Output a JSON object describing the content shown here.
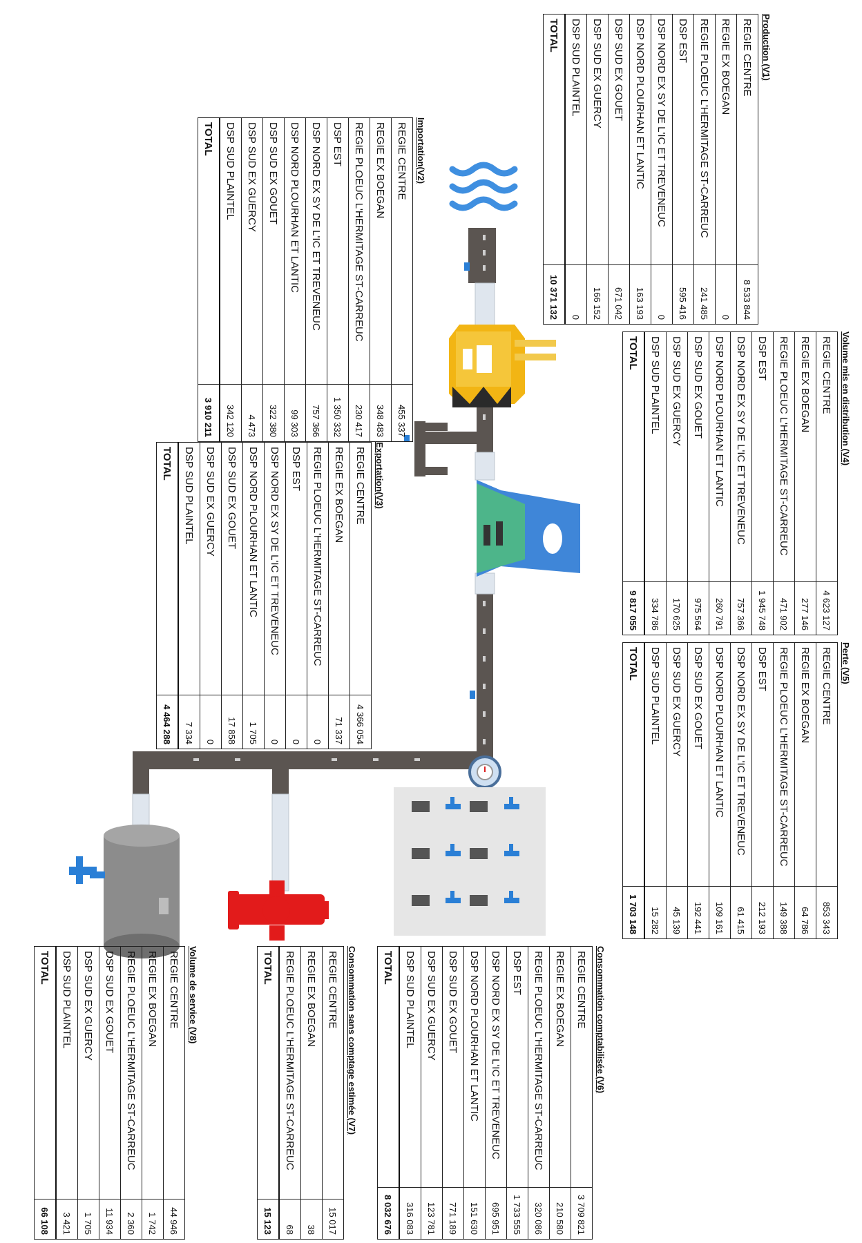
{
  "tables": {
    "production": {
      "title": "Production (V1)",
      "rows": [
        {
          "label": "REGIE CENTRE",
          "value": "8 533 844"
        },
        {
          "label": "REGIE EX BOEGAN",
          "value": "0"
        },
        {
          "label": "REGIE PLOEUC L'HERMITAGE ST-CARREUC",
          "value": "241 485"
        },
        {
          "label": "DSP EST",
          "value": "595 416"
        },
        {
          "label": "DSP NORD EX SY DE L'IC ET TREVENEUC",
          "value": "0"
        },
        {
          "label": "DSP NORD PLOURHAN ET LANTIC",
          "value": "163 193"
        },
        {
          "label": "DSP SUD EX GOUET",
          "value": "671 042"
        },
        {
          "label": "DSP SUD EX GUERCY",
          "value": "166 152"
        },
        {
          "label": "DSP SUD PLAINTEL",
          "value": "0"
        }
      ],
      "total_label": "TOTAL",
      "total": "10 371 132"
    },
    "importation": {
      "title": "Importation(V2)",
      "rows": [
        {
          "label": "REGIE CENTRE",
          "value": "455 337"
        },
        {
          "label": "REGIE EX BOEGAN",
          "value": "348 483"
        },
        {
          "label": "REGIE PLOEUC L'HERMITAGE ST-CARREUC",
          "value": "230 417"
        },
        {
          "label": "DSP EST",
          "value": "1 350 332"
        },
        {
          "label": "DSP NORD EX SY DE L'IC ET TREVENEUC",
          "value": "757 366"
        },
        {
          "label": "DSP NORD PLOURHAN ET LANTIC",
          "value": "99 303"
        },
        {
          "label": "DSP SUD EX GOUET",
          "value": "322 380"
        },
        {
          "label": "DSP SUD EX GUERCY",
          "value": "4 473"
        },
        {
          "label": "DSP SUD PLAINTEL",
          "value": "342 120"
        }
      ],
      "total_label": "TOTAL",
      "total": "3 910 211"
    },
    "distribution": {
      "title": "Volume mis en distribution (V4)",
      "rows": [
        {
          "label": "REGIE CENTRE",
          "value": "4 623 127"
        },
        {
          "label": "REGIE EX BOEGAN",
          "value": "277 146"
        },
        {
          "label": "REGIE PLOEUC L'HERMITAGE ST-CARREUC",
          "value": "471 902"
        },
        {
          "label": "DSP EST",
          "value": "1 945 748"
        },
        {
          "label": "DSP NORD EX SY DE L'IC ET TREVENEUC",
          "value": "757 366"
        },
        {
          "label": "DSP NORD PLOURHAN ET LANTIC",
          "value": "260 791"
        },
        {
          "label": "DSP SUD EX GOUET",
          "value": "975 564"
        },
        {
          "label": "DSP SUD EX GUERCY",
          "value": "170 625"
        },
        {
          "label": "DSP SUD PLAINTEL",
          "value": "334 786"
        }
      ],
      "total_label": "TOTAL",
      "total": "9 817 055"
    },
    "exportation": {
      "title": "Exportation(V3)",
      "rows": [
        {
          "label": "REGIE CENTRE",
          "value": "4 366 054"
        },
        {
          "label": "REGIE EX BOEGAN",
          "value": "71 337"
        },
        {
          "label": "REGIE PLOEUC L'HERMITAGE ST-CARREUC",
          "value": "0"
        },
        {
          "label": "DSP EST",
          "value": "0"
        },
        {
          "label": "DSP NORD EX SY DE L'IC ET TREVENEUC",
          "value": "0"
        },
        {
          "label": "DSP NORD PLOURHAN ET LANTIC",
          "value": "1 705"
        },
        {
          "label": "DSP SUD EX GOUET",
          "value": "17 858"
        },
        {
          "label": "DSP SUD EX GUERCY",
          "value": "0"
        },
        {
          "label": "DSP SUD PLAINTEL",
          "value": "7 334"
        }
      ],
      "total_label": "TOTAL",
      "total": "4 464 288"
    },
    "perte": {
      "title": "Perte (V5)",
      "rows": [
        {
          "label": "REGIE CENTRE",
          "value": "853 343"
        },
        {
          "label": "REGIE EX BOEGAN",
          "value": "64 786"
        },
        {
          "label": "REGIE PLOEUC L'HERMITAGE ST-CARREUC",
          "value": "149 388"
        },
        {
          "label": "DSP EST",
          "value": "212 193"
        },
        {
          "label": "DSP NORD EX SY DE L'IC ET TREVENEUC",
          "value": "61 415"
        },
        {
          "label": "DSP NORD PLOURHAN ET LANTIC",
          "value": "109 161"
        },
        {
          "label": "DSP SUD EX GOUET",
          "value": "192 441"
        },
        {
          "label": "DSP SUD EX GUERCY",
          "value": "45 139"
        },
        {
          "label": "DSP SUD PLAINTEL",
          "value": "15 282"
        }
      ],
      "total_label": "TOTAL",
      "total": "1 703 148"
    },
    "consommation": {
      "title": "Consommation comptabilisée (V6)",
      "rows": [
        {
          "label": "REGIE CENTRE",
          "value": "3 709 821"
        },
        {
          "label": "REGIE EX BOEGAN",
          "value": "210 580"
        },
        {
          "label": "REGIE PLOEUC L'HERMITAGE ST-CARREUC",
          "value": "320 086"
        },
        {
          "label": "DSP EST",
          "value": "1 733 555"
        },
        {
          "label": "DSP NORD EX SY DE L'IC ET TREVENEUC",
          "value": "695 951"
        },
        {
          "label": "DSP NORD PLOURHAN ET LANTIC",
          "value": "151 630"
        },
        {
          "label": "DSP SUD EX GOUET",
          "value": "771 189"
        },
        {
          "label": "DSP SUD EX GUERCY",
          "value": "123 781"
        },
        {
          "label": "DSP SUD PLAINTEL",
          "value": "316 083"
        }
      ],
      "total_label": "TOTAL",
      "total": "8 032 676"
    },
    "sans_comptage": {
      "title": "Consommation sans comptage estimée (V7)",
      "rows": [
        {
          "label": "REGIE CENTRE",
          "value": "15 017"
        },
        {
          "label": "REGIE EX BOEGAN",
          "value": "38"
        },
        {
          "label": "REGIE PLOEUC L'HERMITAGE ST-CARREUC",
          "value": "68"
        }
      ],
      "total_label": "TOTAL",
      "total": "15 123"
    },
    "service": {
      "title": "Volume de service (V8)",
      "rows": [
        {
          "label": "REGIE CENTRE",
          "value": "44 946"
        },
        {
          "label": "REGIE EX BOEGAN",
          "value": "1 742"
        },
        {
          "label": "REGIE PLOEUC L'HERMITAGE ST-CARREUC",
          "value": "2 360"
        },
        {
          "label": "DSP SUD EX GOUET",
          "value": "11 934"
        },
        {
          "label": "DSP SUD EX GUERCY",
          "value": "1 705"
        },
        {
          "label": "DSP SUD PLAINTEL",
          "value": "3 421"
        }
      ],
      "total_label": "TOTAL",
      "total": "66 108"
    }
  },
  "icons": {
    "source": "water-source-waves-icon",
    "plant": "treatment-plant-icon",
    "tower": "water-tower-icon",
    "meter": "water-meter-icon",
    "taps": "consumer-taps-icon",
    "hydrant": "fire-hydrant-icon",
    "tank": "service-tank-icon"
  },
  "colors": {
    "pipe": "#5b5551",
    "water": "#3f8fe0",
    "plant": "#f2b514",
    "tower_base": "#4db58a",
    "tower_top": "#3f86d8",
    "hydrant": "#e21b1b",
    "tank": "#8c8c8c"
  }
}
